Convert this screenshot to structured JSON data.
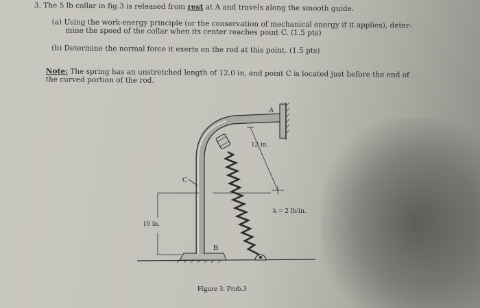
{
  "problem": {
    "number": "3.",
    "stem_prefix": "The 5 lb collar in fig.3 is released from ",
    "stem_emph": "rest",
    "stem_suffix": " at A and travels along the smooth guide.",
    "part_a_label": "(a)",
    "part_a_line1": "Using the work-energy principle (or the conservation of mechanical energy if it applies), deter-",
    "part_a_line2": "mine the speed of the collar when its center reaches point C. (1.5 pts)",
    "part_b_label": "(b)",
    "part_b_text": "Determine the normal force it exerts on the rod at this point. (1.5 pts)",
    "note_label": "Note:",
    "note_line1": " The spring has an unstretched length of 12.0 in, and point C is located just before the end of",
    "note_line2": "the curved portion of the rod."
  },
  "figure": {
    "label_a": "A",
    "label_c": "C",
    "label_b": "B",
    "label_12in": "12 in.",
    "label_10in": "10 in.",
    "label_k": "k = 2 lb/in.",
    "caption": "Figure 3: Prob.3"
  },
  "colors": {
    "paper": "#c6c5bd",
    "ink": "#2a2a2c",
    "rod": "#9a9994",
    "shadow": "#4a4845"
  }
}
